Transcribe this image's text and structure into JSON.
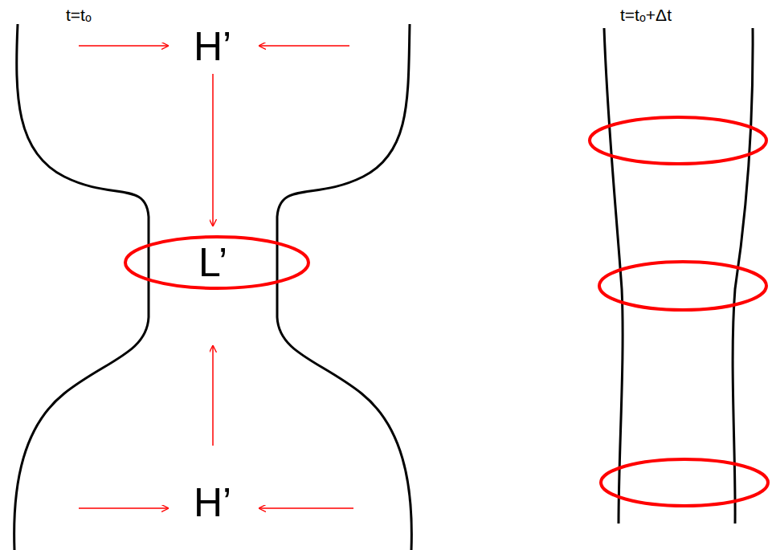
{
  "diagram": {
    "labels": [
      "t=tₒ",
      "H’",
      "L’",
      "H’",
      "t=tₒ+Δt"
    ]
  }
}
